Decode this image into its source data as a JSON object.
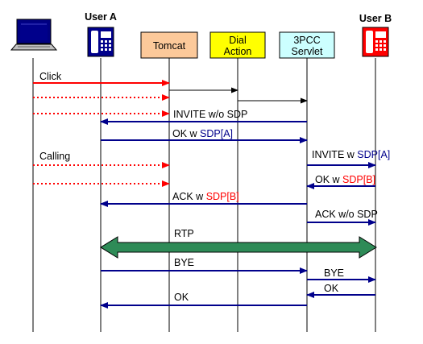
{
  "participants": {
    "user_a": "User A",
    "user_b": "User B",
    "tomcat": "Tomcat",
    "dial_action": [
      "Dial",
      "Action"
    ],
    "servlet": [
      "3PCC",
      "Servlet"
    ]
  },
  "messages": {
    "click": "Click",
    "invite_no_sdp": "INVITE w/o SDP",
    "ok_w": "OK w ",
    "sdp_a": "SDP[A]",
    "calling": "Calling",
    "invite_w": "INVITE w ",
    "sdp_b": "SDP[B]",
    "ack_w": "ACK w ",
    "ack_no_sdp": "ACK w/o SDP",
    "rtp": "RTP",
    "bye": "BYE",
    "ok": "OK"
  },
  "colors": {
    "red": "#ff0000",
    "blue": "#00008b",
    "black": "#000000",
    "rtp_fill": "#2e8b57",
    "tomcat_box": "#fcc99a",
    "dial_box": "#ffff00",
    "servlet_box": "#ccffff"
  },
  "icons": {
    "computer": "computer-icon",
    "phone_a": "phone-icon",
    "phone_b": "phone-icon"
  }
}
